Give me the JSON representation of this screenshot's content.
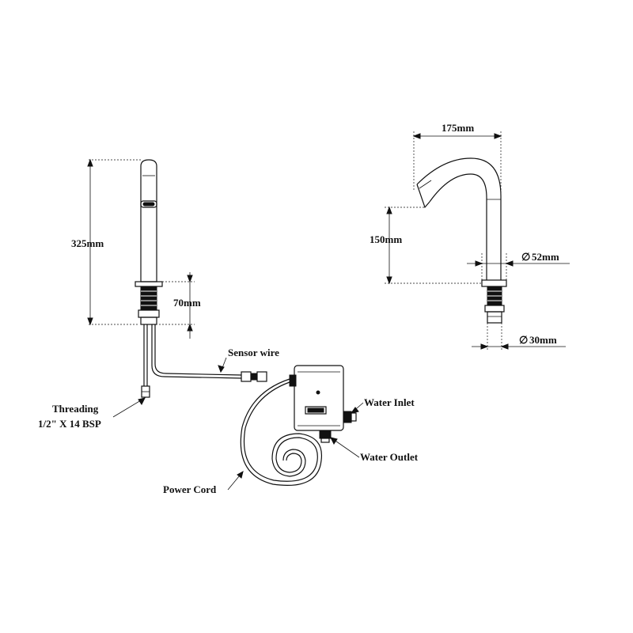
{
  "labels": {
    "height_total": "325mm",
    "height_base": "70mm",
    "reach": "175mm",
    "spout_height": "150mm",
    "dia_body": "52mm",
    "dia_thread": "30mm",
    "dia_symbol": "∅",
    "sensor_wire": "Sensor wire",
    "threading_line1": "Threading",
    "threading_line2": "1/2\" X 14 BSP",
    "water_inlet": "Water Inlet",
    "water_outlet": "Water Outlet",
    "power_cord": "Power Cord"
  }
}
